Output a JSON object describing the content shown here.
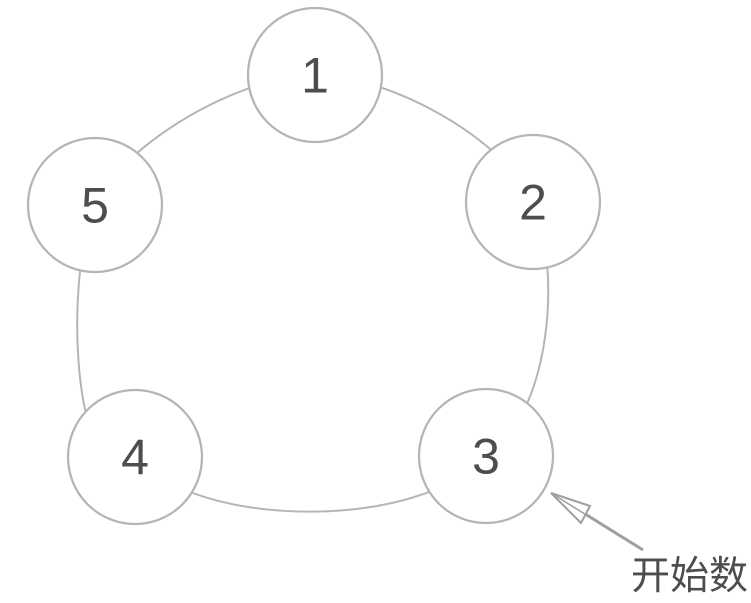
{
  "diagram": {
    "nodes": [
      {
        "label": "1"
      },
      {
        "label": "2"
      },
      {
        "label": "3"
      },
      {
        "label": "4"
      },
      {
        "label": "5"
      }
    ],
    "annotation": {
      "label": "开始数"
    },
    "colors": {
      "background": "#ffffff",
      "outline": "#b5b5b5",
      "node_fill": "#ffffff",
      "number": "#4d4d4d",
      "arrow": "#9f9f9f",
      "annotation_text": "#4d4d4d"
    }
  }
}
